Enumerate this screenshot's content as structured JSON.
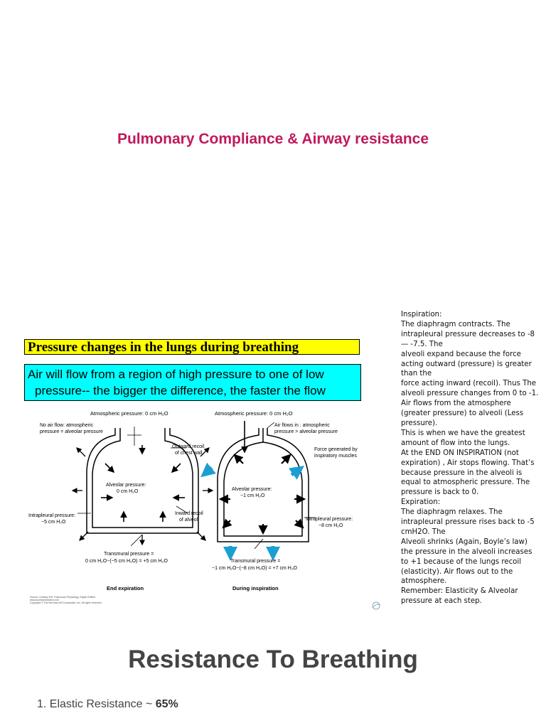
{
  "doc": {
    "title": "Pulmonary Compliance & Airway resistance"
  },
  "figure": {
    "title": "Pressure changes in the lungs during breathing",
    "box_line1": "Air will flow from a region of high pressure to one of low",
    "box_line2": "pressure-- the bigger the difference, the faster the flow",
    "left": {
      "atm": "Atmospheric pressure: 0 cm H₂O",
      "no_flow1": "No air flow: atmospheric",
      "no_flow2": "pressure = alveolar pressure",
      "outward1": "Outward recoil",
      "outward2": "of chest wall",
      "alv1": "Alveolar pressure:",
      "alv2": "0 cm H₂O",
      "intra1": "Intrapleural pressure:",
      "intra2": "−5 cm H₂O",
      "inward1": "Inward recoil",
      "inward2": "of alveoli",
      "trans1": "Transmural pressure =",
      "trans2": "0 cm H₂O−(−5 cm H₂O) = +5 cm H₂O",
      "caption": "End expiration"
    },
    "right": {
      "atm": "Atmospheric pressure: 0 cm H₂O",
      "flow1": "Air flows in : atmospheric",
      "flow2": "pressure > alveolar pressure",
      "force1": "Force generated by",
      "force2": "inspiratory muscles",
      "alv1": "Alveolar pressure:",
      "alv2": "−1 cm H₂O",
      "intra1": "Intrapleural pressure:",
      "intra2": "−8 cm H₂O",
      "trans1": "Transmural pressure =",
      "trans2": "−1 cm H₂O−(−8 cm H₂O) = +7 cm H₂O",
      "caption": "During inspiration"
    },
    "source1": "Source: Levitzky MG: Pulmonary Physiology, Eighth Edition",
    "source2": "www.accessmedicine.com",
    "source3": "Copyright © The McGraw-Hill Companies, Inc. All rights reserved."
  },
  "notes": [
    "Inspiration:",
    "The diaphragm contracts. The intrapleural pressure decreases to -8 — -7.5. The",
    "alveoli expand because the force acting outward (pressure) is greater than the",
    "force acting inward (recoil). Thus The alveoli pressure changes from 0 to -1. Air flows from the atmosphere (greater pressure) to alveoli (Less pressure).",
    "This is when we have the greatest amount of flow into the lungs.",
    "At the END ON INSPIRATION (not expiration) , Air stops flowing. That’s because pressure in the alveoli is equal to atmospheric pressure. The pressure is back to 0.",
    "Expiration:",
    "The diaphragm relaxes. The intrapleural pressure rises back to -5 cmH2O. The",
    "Alveoli shrinks (Again, Boyle’s law) the pressure in the alveoli increases to +1 because of the lungs recoil (elasticity). Air flows out to the atmosphere.",
    "Remember: Elasticity & Alveolar pressure at each step."
  ],
  "section": {
    "heading": "Resistance To Breathing",
    "items": [
      {
        "number": "1.",
        "text": "Elastic Resistance ~ ",
        "value": "65%"
      }
    ]
  },
  "colors": {
    "title": "#c0195d",
    "fig_title_bg": "#ffff00",
    "fig_box_bg": "#00ffff",
    "flow_arrow": "#1a9fd3"
  }
}
